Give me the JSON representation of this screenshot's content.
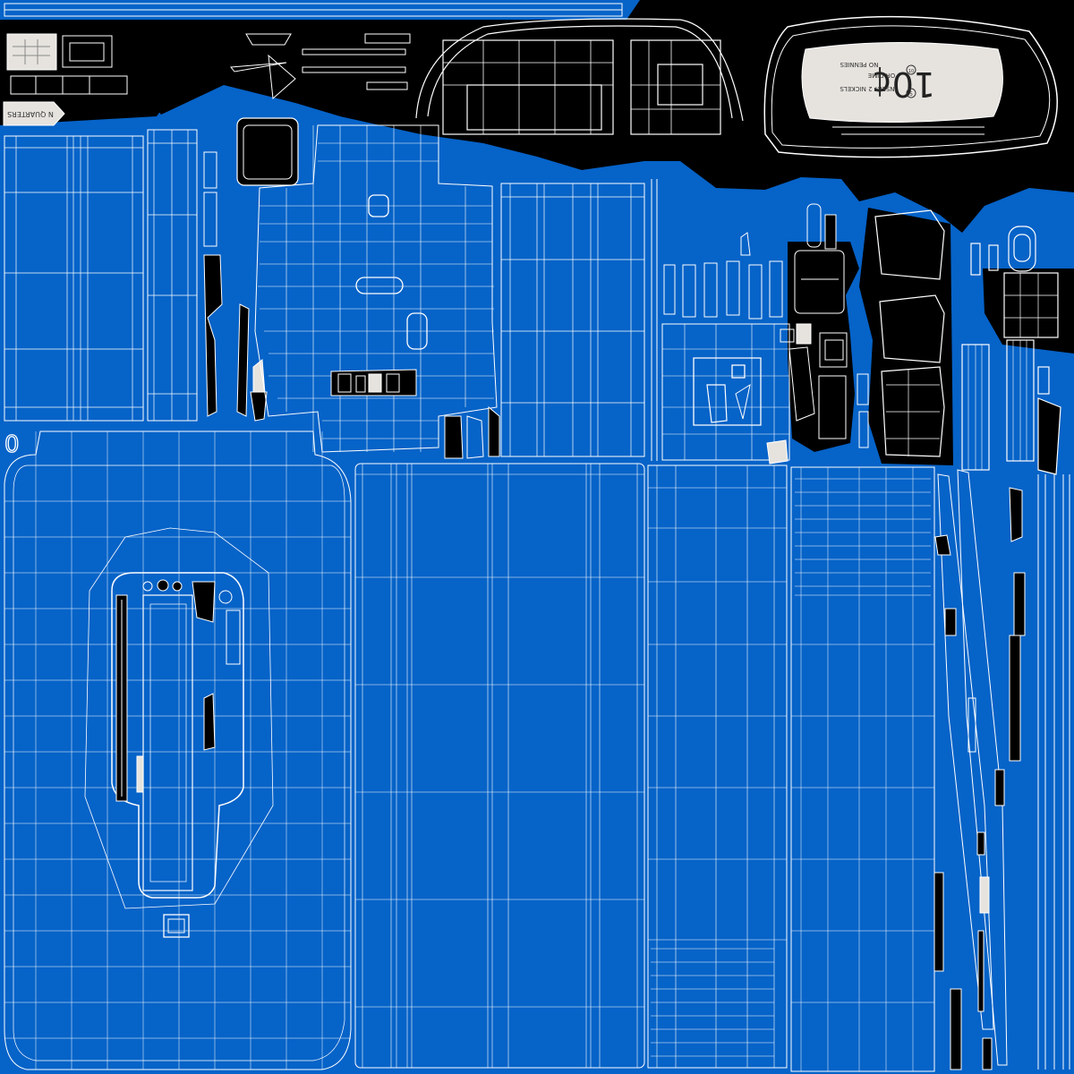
{
  "texture": {
    "background_color": "#0663c8",
    "wire_color": "#ffffff",
    "void_color": "#000000",
    "label_fill": "#e6e3de"
  },
  "labels": {
    "quarters_tag": "N QUARTERS",
    "coin_price": "10¢",
    "coin_line_1": "INSERT 2 NICKELS",
    "coin_line_2": "OR DIME",
    "coin_line_3": "NO PENNIES",
    "coin_badge_1": "5",
    "coin_badge_2": "10",
    "zero_glyph": "0"
  }
}
